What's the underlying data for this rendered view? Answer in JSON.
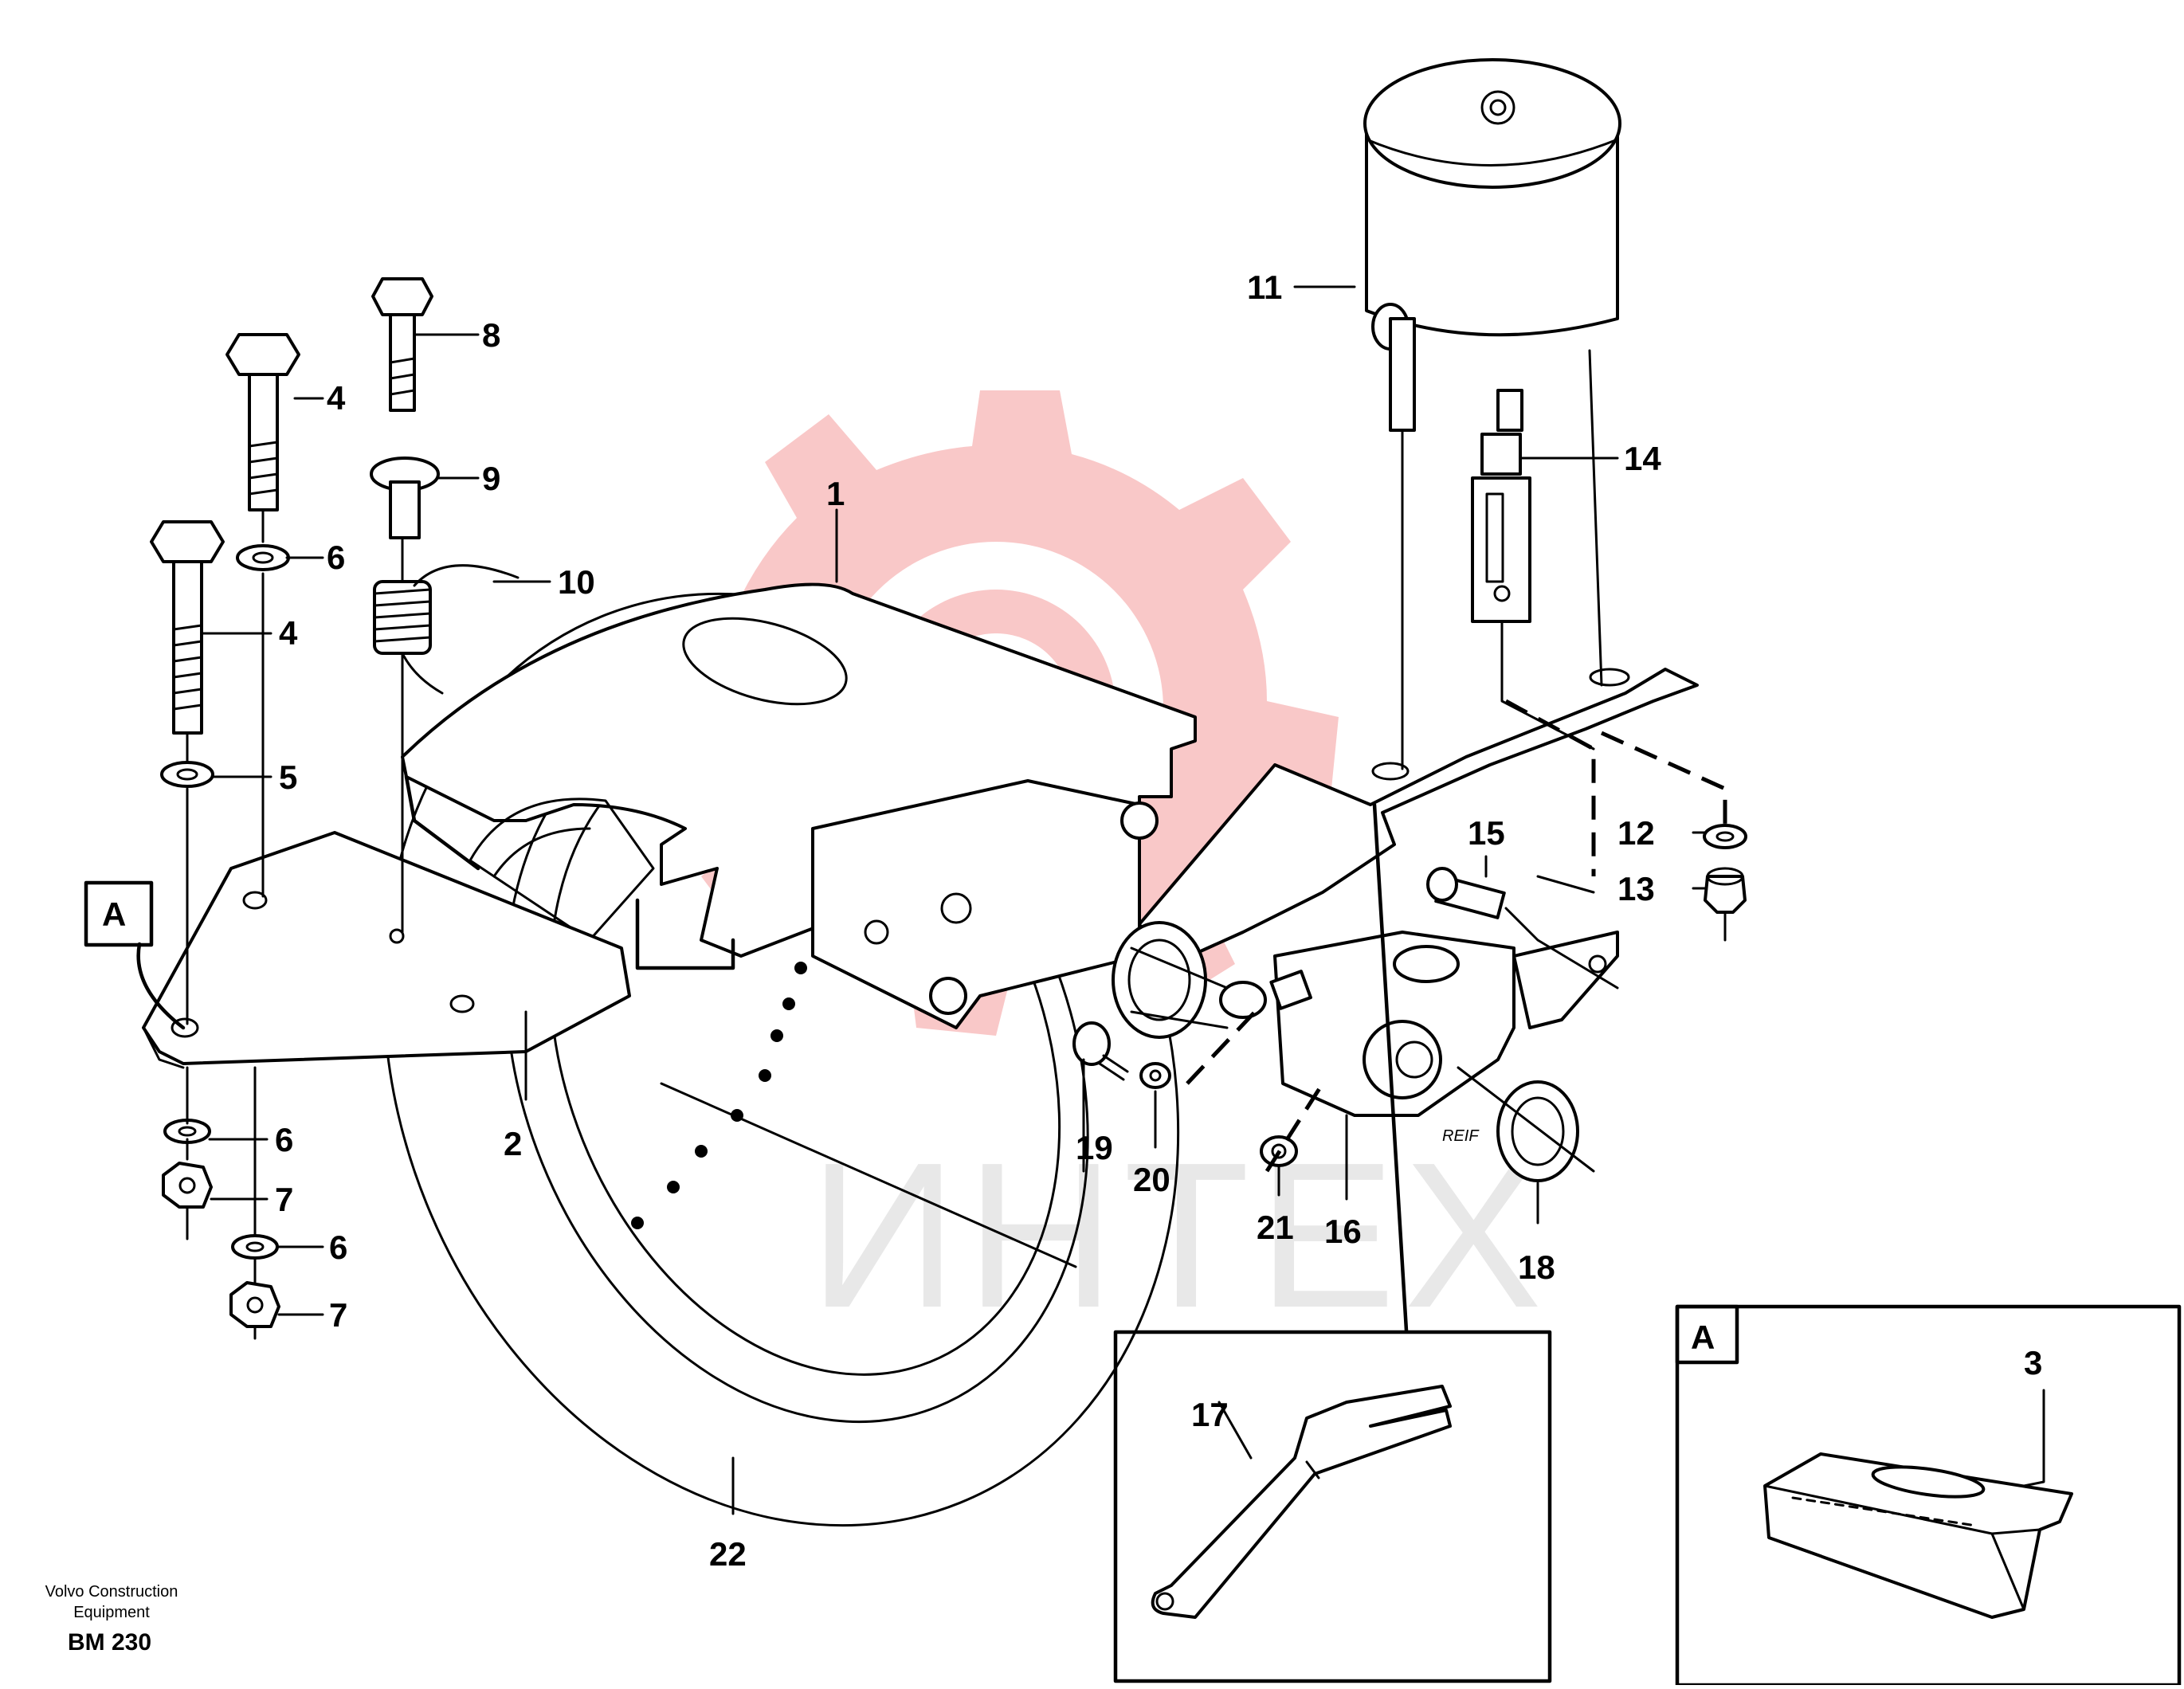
{
  "watermark": {
    "text": "ИНТЕХ",
    "logo_color": "#f9c8c8",
    "text_color": "#e8e8e8"
  },
  "footer": {
    "company_line1": "Volvo Construction",
    "company_line2": "Equipment",
    "code": "BM 230"
  },
  "view_markers": {
    "main": "A",
    "detail": "A"
  },
  "callouts": {
    "c1": "1",
    "c2": "2",
    "c3": "3",
    "c4a": "4",
    "c4b": "4",
    "c5": "5",
    "c6a": "6",
    "c6b": "6",
    "c6c": "6",
    "c7a": "7",
    "c7b": "7",
    "c8": "8",
    "c9": "9",
    "c10": "10",
    "c11": "11",
    "c12": "12",
    "c13": "13",
    "c14": "14",
    "c15": "15",
    "c16": "16",
    "c17": "17",
    "c18": "18",
    "c19": "19",
    "c20": "20",
    "c21": "21",
    "c22": "22"
  },
  "stamp_text": "REIF"
}
